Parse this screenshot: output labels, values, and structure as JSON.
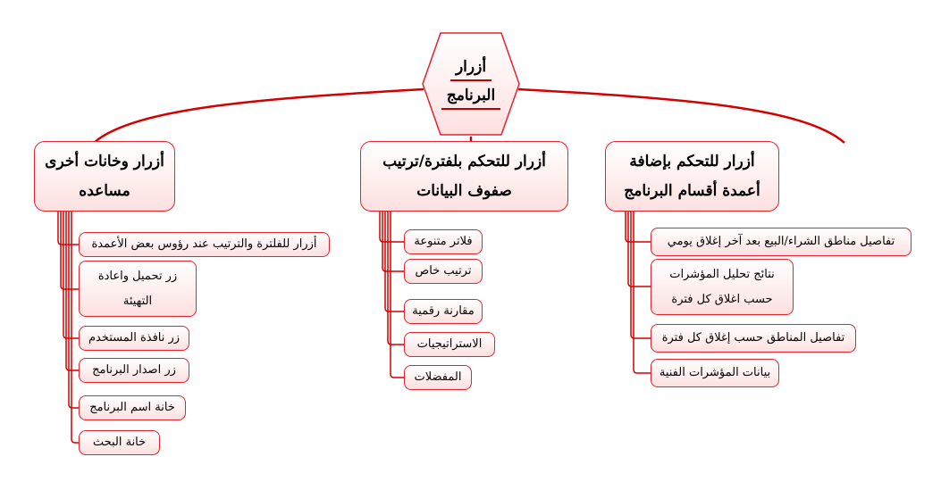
{
  "root": {
    "line1": "أزرار",
    "line2": "البرنامج"
  },
  "categories": [
    {
      "title": "أزرار وخانات أخرى مساعده",
      "items": [
        "أزرار للفلترة والترتيب عند رؤوس بعض الأعمدة",
        "زر تحميل واعادة التهيئة",
        "زر نافذة المستخدم",
        "زر اصدار البرنامج",
        "خانة اسم البرنامج",
        "خانة البحث"
      ]
    },
    {
      "title": "أزرار للتحكم بلفترة/ترتيب صفوف البيانات",
      "items": [
        "فلاتر متنوعة",
        "ترتيب خاص",
        "مقارنة رقمية",
        "الاستراتيجيات",
        "المفضلات"
      ]
    },
    {
      "title": "أزرار للتحكم بإضافة أعمدة أقسام البرنامج",
      "items": [
        "تفاصيل مناطق الشراء/البيع بعد آخر إغلاق يومي",
        "نتائج تحليل المؤشرات حسب اغلاق كل فترة",
        "تفاصيل المناطق حسب إغلاق كل فترة",
        "بيانات المؤشرات الفنية"
      ]
    }
  ],
  "colors": {
    "line": "#d40000",
    "border": "#e8222e",
    "fill": "#fde0e0"
  }
}
